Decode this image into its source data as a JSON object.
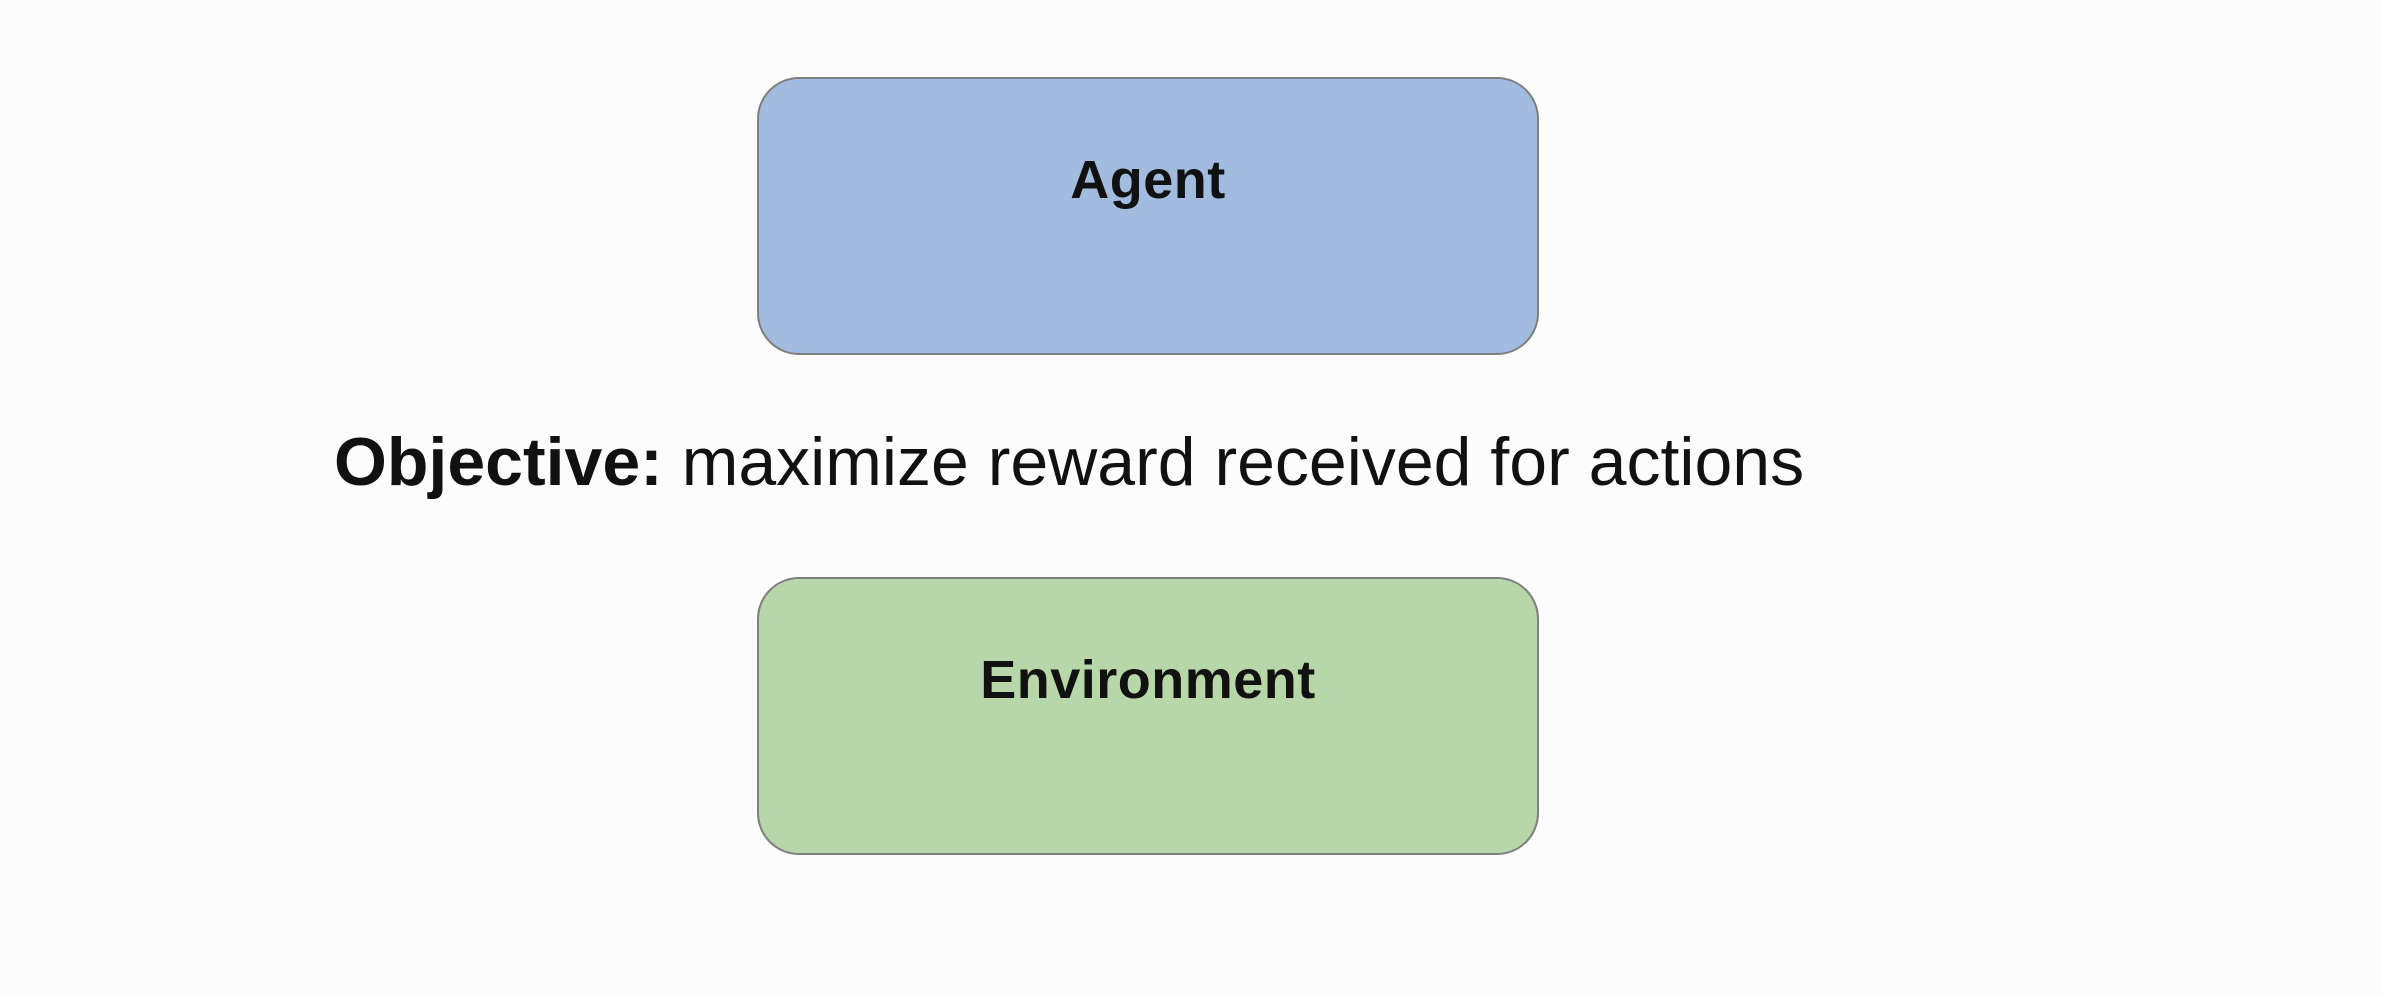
{
  "diagram": {
    "nodes": {
      "agent": {
        "label": "Agent",
        "color": "#a2bcdf"
      },
      "environment": {
        "label": "Environment",
        "color": "#b8d7a8"
      }
    },
    "objective": {
      "label": "Objective:",
      "text": "maximize reward received for actions"
    }
  }
}
